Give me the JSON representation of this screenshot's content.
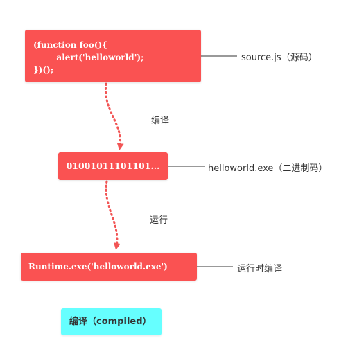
{
  "nodes": {
    "source_code": {
      "lines": [
        "(function foo(){",
        "        alert('helloworld');",
        "})();"
      ],
      "label": "source.js（源码）"
    },
    "binary": {
      "text": "01001011101101...",
      "label": "helloworld.exe（二进制码）"
    },
    "runtime": {
      "text": "Runtime.exe('helloworld.exe')",
      "label": "运行时编译"
    }
  },
  "edges": {
    "compile_label": "编译",
    "run_label": "运行"
  },
  "legend": {
    "text": "编译（compiled）"
  },
  "colors": {
    "node_fill": "#fa5252",
    "node_text": "#ffffff",
    "legend_fill": "#66ffff",
    "edge_arrow": "#f25555",
    "leader_line": "#333333",
    "label_text": "#333333"
  }
}
